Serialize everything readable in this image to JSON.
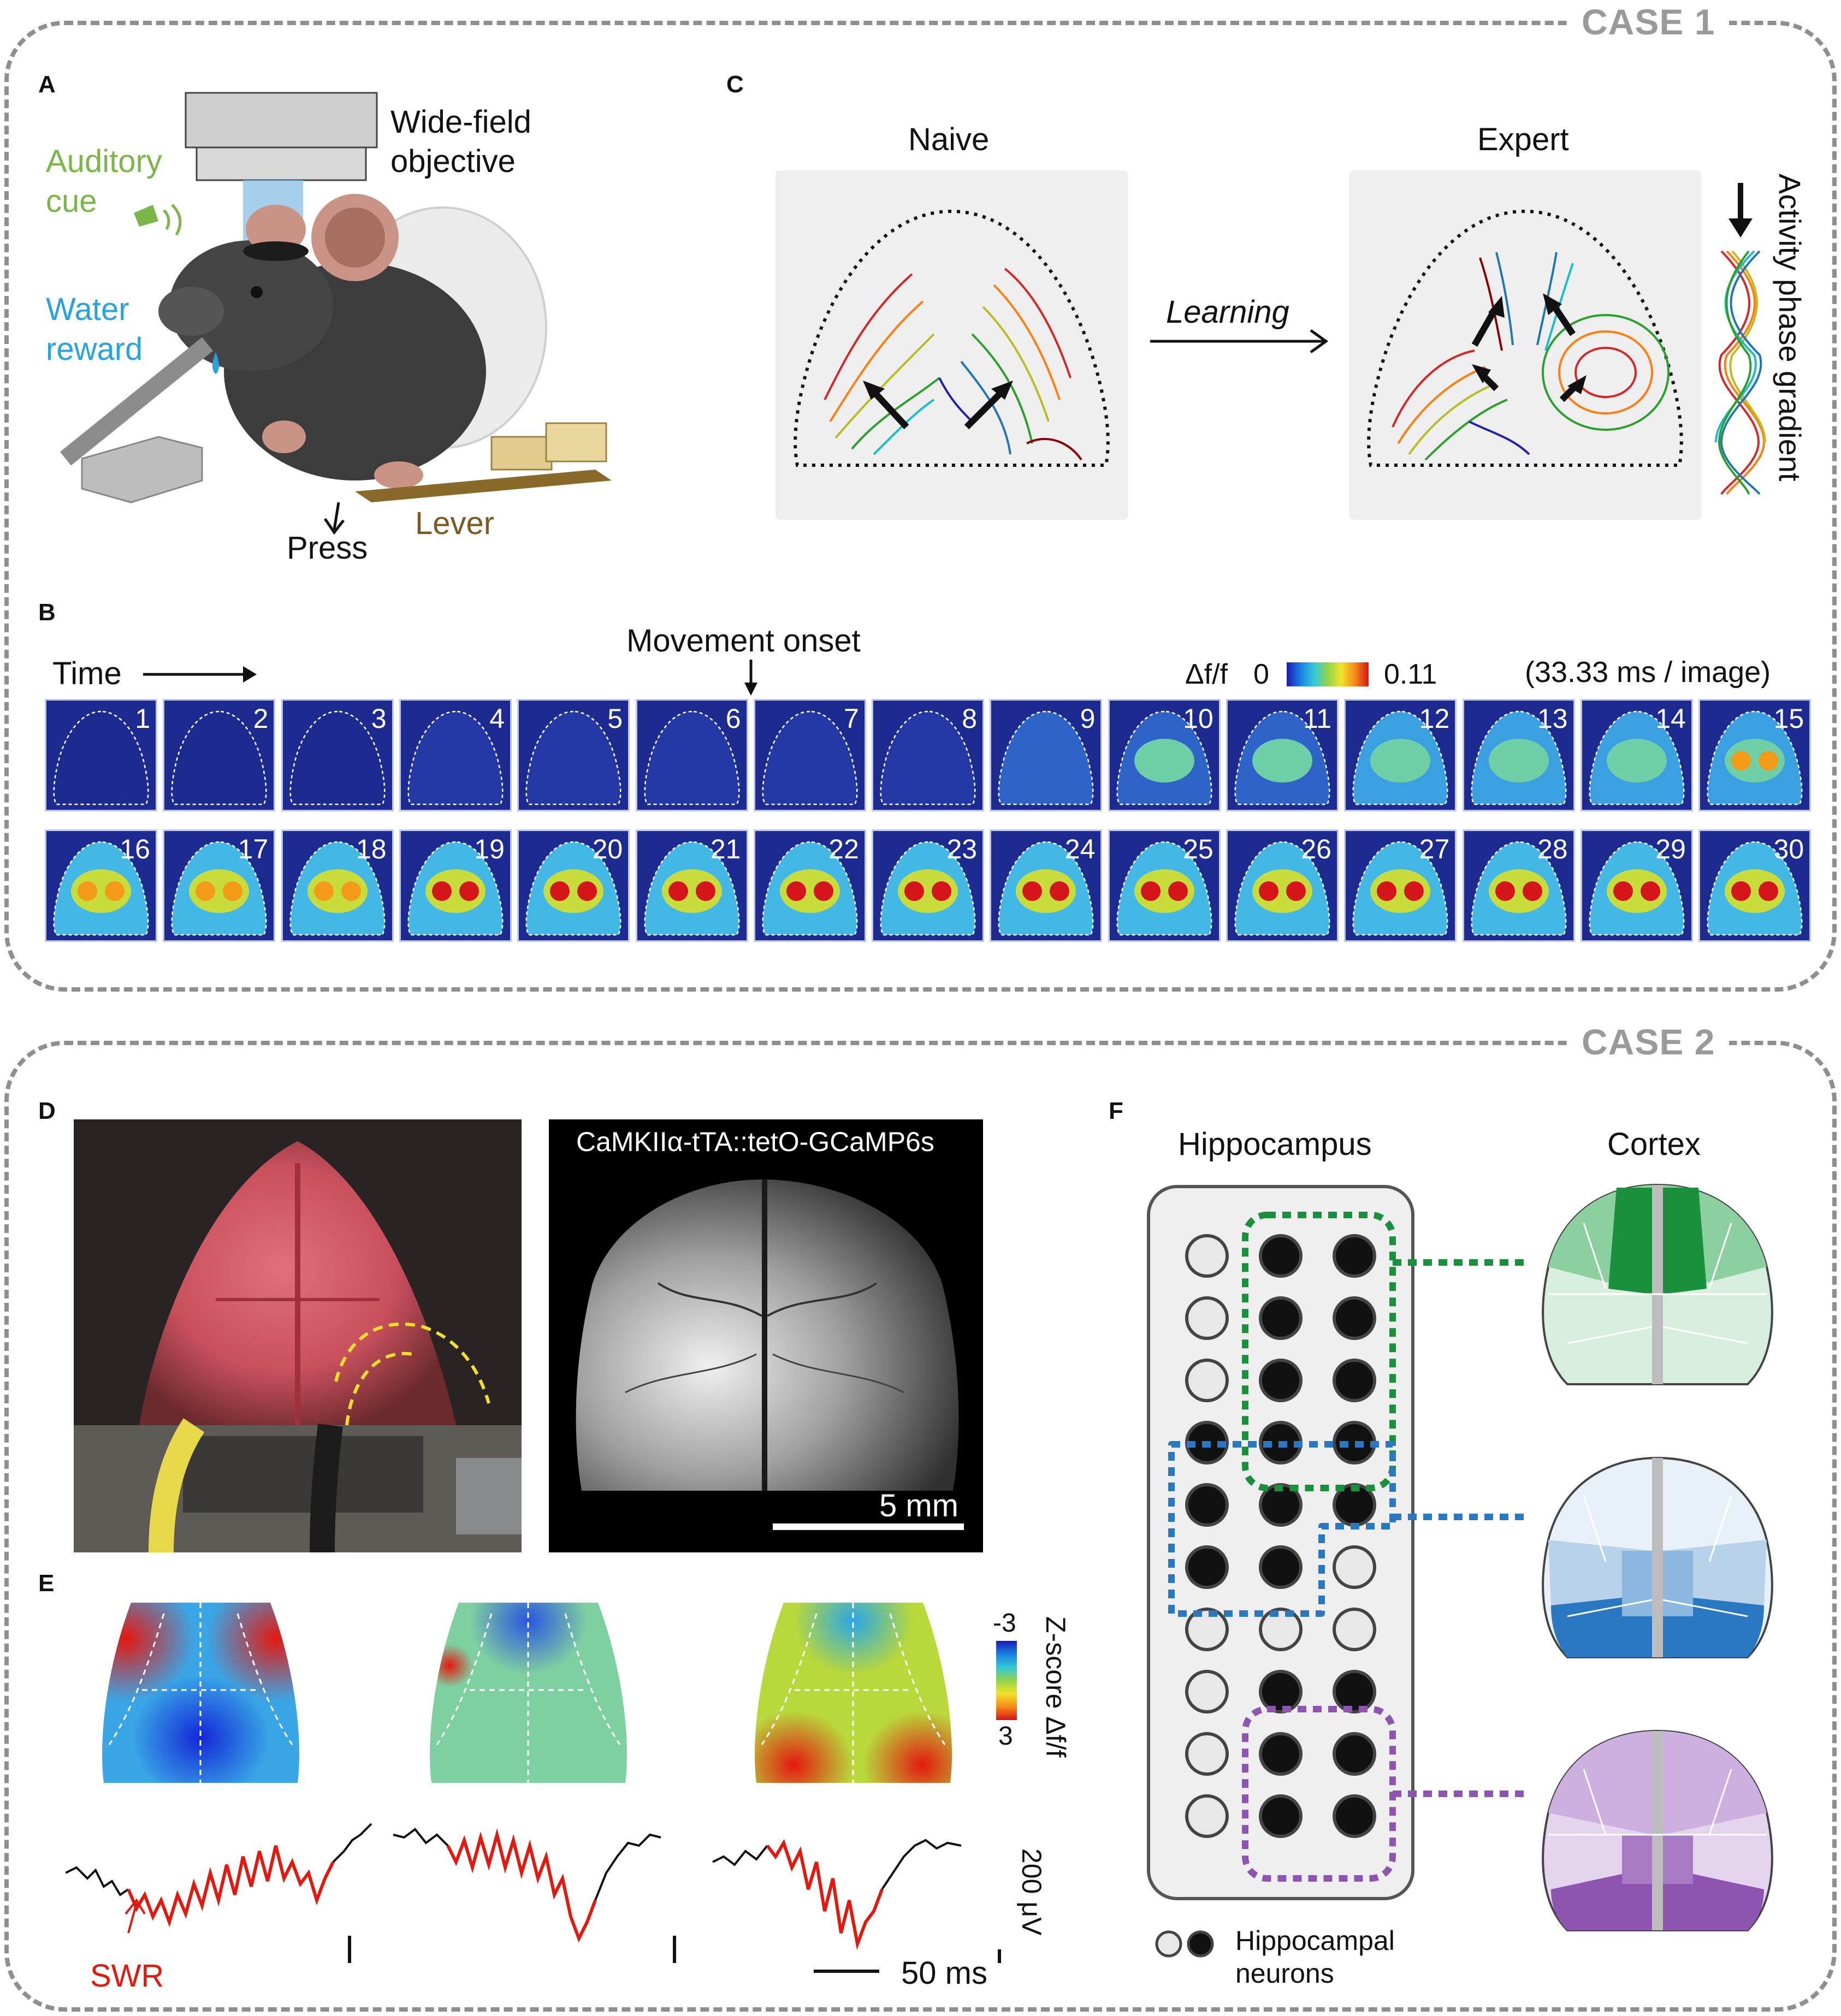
{
  "case1": {
    "title": "CASE 1"
  },
  "case2": {
    "title": "CASE 2"
  },
  "panel_labels": {
    "a": "A",
    "b": "B",
    "c": "C",
    "d": "D",
    "e": "E",
    "f": "F"
  },
  "panelA": {
    "objective_label_1": "Wide-field",
    "objective_label_2": "objective",
    "auditory_1": "Auditory",
    "auditory_2": "cue",
    "water_1": "Water",
    "water_2": "reward",
    "press": "Press",
    "lever": "Lever",
    "colors": {
      "auditory": "#7ab648",
      "water": "#29a3dc",
      "lever": "#7a5a1e"
    }
  },
  "panelC": {
    "naive": "Naive",
    "expert": "Expert",
    "learning": "Learning",
    "gradient_label": "Activity phase gradient"
  },
  "panelB": {
    "time_label": "Time",
    "movement_onset": "Movement onset",
    "colorbar_label": "Δf/f",
    "colorbar_min": "0",
    "colorbar_max": "0.11",
    "rate": "(33.33 ms / image)",
    "frames": [
      "1",
      "2",
      "3",
      "4",
      "5",
      "6",
      "7",
      "8",
      "9",
      "10",
      "11",
      "12",
      "13",
      "14",
      "15",
      "16",
      "17",
      "18",
      "19",
      "20",
      "21",
      "22",
      "23",
      "24",
      "25",
      "26",
      "27",
      "28",
      "29",
      "30"
    ]
  },
  "panelD": {
    "image_title": "CaMKIIα-tTA::tetO-GCaMP6s",
    "scalebar": "5 mm"
  },
  "panelE": {
    "colorbar_top": "-3",
    "colorbar_bottom": "3",
    "colorbar_label": "Z-score Δf/f",
    "amplitude_scale": "200 μV",
    "time_scale": "50 ms",
    "swr": "SWR"
  },
  "panelF": {
    "hippocampus": "Hippocampus",
    "cortex": "Cortex",
    "legend_1": "Hippocampal",
    "legend_2": "neurons",
    "colors": {
      "green": "#1a8f3c",
      "blue": "#2a78c2",
      "purple": "#8d55b0"
    }
  }
}
